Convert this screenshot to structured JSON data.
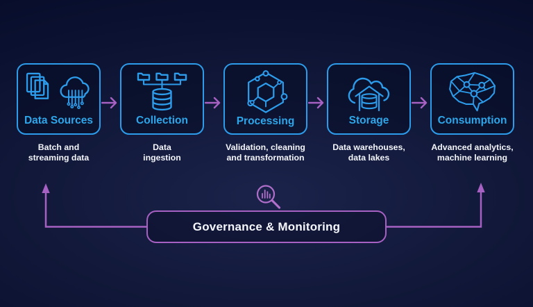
{
  "colors": {
    "background_dark": "#070d2b",
    "background_light": "#1b234b",
    "stage_border": "#2d9cea",
    "stage_label": "#2ea6e9",
    "description_text": "#f4f6fb",
    "flow_arrow": "#a661c2",
    "governance_border": "#a661c2",
    "governance_text": "#f4f6fb"
  },
  "pipeline": {
    "stages": [
      {
        "label": "Data Sources",
        "icon": "documents-cloud-icon",
        "description_line1": "Batch and",
        "description_line2": "streaming data"
      },
      {
        "label": "Collection",
        "icon": "folders-database-icon",
        "description_line1": "Data",
        "description_line2": "ingestion"
      },
      {
        "label": "Processing",
        "icon": "hexagon-circuit-icon",
        "description_line1": "Validation, cleaning",
        "description_line2": "and transformation"
      },
      {
        "label": "Storage",
        "icon": "cloud-warehouse-icon",
        "description_line1": "Data warehouses,",
        "description_line2": "data lakes"
      },
      {
        "label": "Consumption",
        "icon": "brain-network-icon",
        "description_line1": "Advanced analytics,",
        "description_line2": "machine learning"
      }
    ]
  },
  "governance": {
    "label": "Governance & Monitoring",
    "icon": "magnifier-bars-icon"
  }
}
